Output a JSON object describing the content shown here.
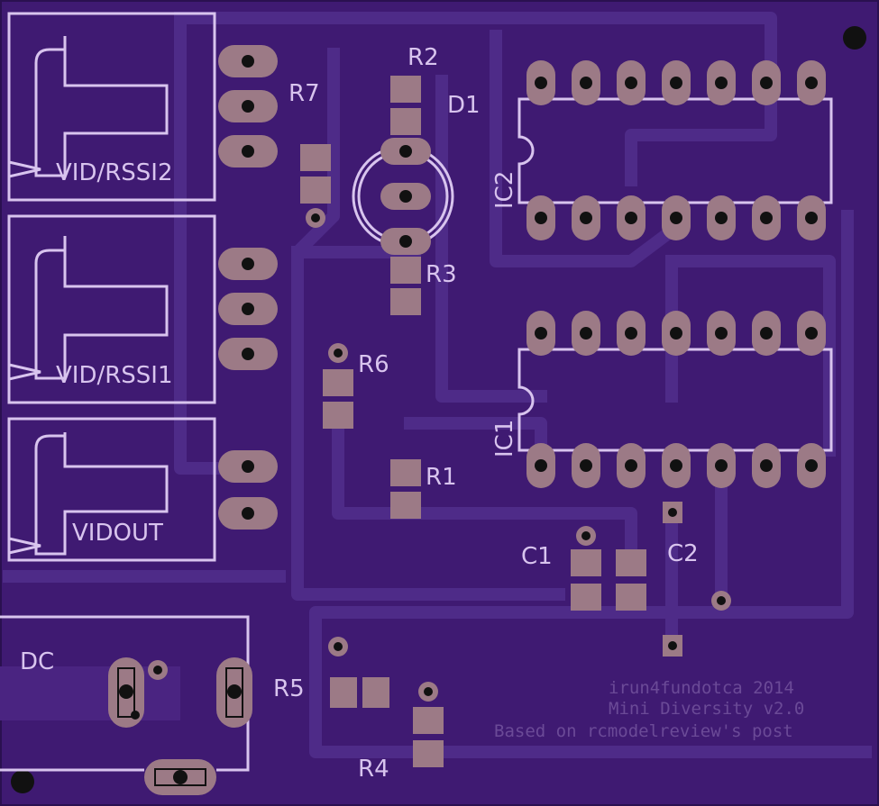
{
  "board": {
    "labels": {
      "r7": "R7",
      "r2": "R2",
      "d1": "D1",
      "ic2": "IC2",
      "r3": "R3",
      "r6": "R6",
      "ic1": "IC1",
      "r1": "R1",
      "c1": "C1",
      "c2": "C2",
      "r5": "R5",
      "r4": "R4",
      "dc": "DC",
      "vid_rssi2": "VID/RSSI2",
      "vid_rssi1": "VID/RSSI1",
      "vidout": "VIDOUT"
    },
    "credits": {
      "line1": "irun4fundotca  2014",
      "line2": "Mini Diversity v2.0",
      "line3": "Based on rcmodelreview's post"
    },
    "colors": {
      "board": "#3f1a72",
      "trace": "#4e2b88",
      "pad": "#9c7a86",
      "silkscreen": "#d8c4ee",
      "drill": "#111111"
    }
  }
}
